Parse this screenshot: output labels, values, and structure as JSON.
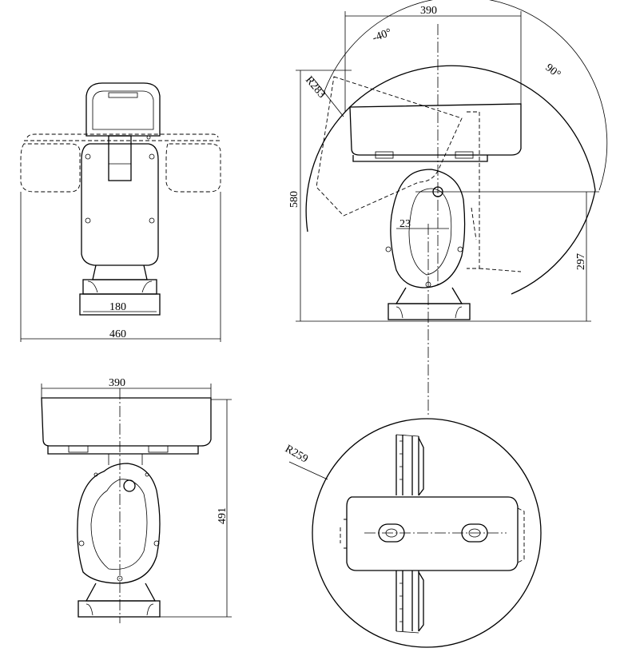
{
  "drawing": {
    "front_view": {
      "base_width": "180",
      "overall_width": "460"
    },
    "side_view": {
      "width": "390",
      "tilt_up": "-40°",
      "tilt_down": "90°",
      "radius": "R283",
      "height": "580",
      "axis_height": "297",
      "offset": "23"
    },
    "rear_view": {
      "width": "390",
      "height": "491"
    },
    "top_view": {
      "radius": "R259"
    }
  }
}
